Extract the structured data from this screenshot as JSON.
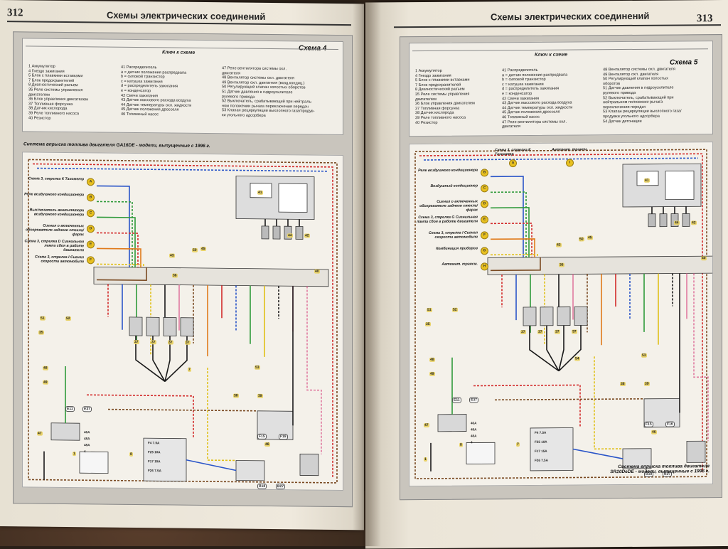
{
  "left_page": {
    "page_number": "312",
    "header_title": "Схемы электрических соединений",
    "key_heading": "Ключ к схеме",
    "scheme_name": "Схема 4",
    "legend_col1": [
      "1 Аккумулятор",
      "4 Гнездо зажигания",
      "5 Блок с плавкими вставками",
      "7 Блок предохранителей",
      "8 Диагностический разъем",
      "35 Реле системы управления",
      "двигателем",
      "36 Блок управления двигателем",
      "37 Топливная форсунка",
      "38 Датчик кислорода",
      "39 Реле топливного насоса",
      "40 Резистор"
    ],
    "legend_col2": [
      "41 Распределитель",
      "a = датчик положения распредвала",
      "b = силовой транзистор",
      "c = катушка зажигания",
      "d = распределитель зажигания",
      "e = конденсатор",
      "42 Свечи зажигания",
      "43 Датчик массового расхода воздуха",
      "44 Датчик температуры охл. жидкости",
      "45 Датчик положения дросселя",
      "46 Топливный насос"
    ],
    "legend_col3": [
      "47 Реле вентилятора системы охл.",
      "двигателя",
      "48 Вентилятор системы охл. двигателя",
      "49 Вентилятор охл. двигателя (возд.кондиц.)",
      "50 Регулирующий клапан холостых оборотов",
      "51 Датчик давления в гидроусилителе",
      "рулевого привода",
      "52 Выключатель, срабатывающий при нейтраль-",
      "ном положении рычага переключения передач",
      "53 Клапан рециркуляции выхлопного газа/продув-",
      "ки угольного адсорбера"
    ],
    "diagram_caption": "Система впрыска топлива двигателя GA16DE - модели, выпущенные с 1996 г.",
    "signals": [
      {
        "text": "Схема 3, стрелка К Тахометр",
        "tag": "A"
      },
      {
        "text": "Реле воздушного кондиционера",
        "tag": "B"
      },
      {
        "text": "Выключатель вентилятора воздушного кондиционера",
        "tag": "C"
      },
      {
        "text": "Сигнал о включенных обогревателе заднего стекла/фарах",
        "tag": "D"
      },
      {
        "text": "Схема 3, стрелка D Сигнальная лампа сбоя в работе двигателя",
        "tag": "E"
      },
      {
        "text": "Схема 3, стрелка I Сигнал скорости автомобиля",
        "tag": "F"
      }
    ],
    "ground_labels": [
      "E11",
      "E37",
      "F15",
      "F18",
      "B18",
      "B27"
    ],
    "fuse_labels": [
      "F4 7.5A",
      "F25 10A",
      "F17 15A",
      "F26 7.5A"
    ],
    "fusebox_labels": [
      "46A",
      "48A",
      "48A",
      "4"
    ],
    "component_numbers": [
      "41",
      "42",
      "43",
      "44",
      "45",
      "35",
      "36",
      "37",
      "37",
      "37",
      "37",
      "38",
      "39",
      "40",
      "46",
      "47",
      "48",
      "49",
      "50",
      "51",
      "52",
      "53",
      "7",
      "8",
      "1"
    ]
  },
  "right_page": {
    "page_number": "313",
    "header_title": "Схемы электрических соединений",
    "key_heading": "Ключ к схеме",
    "scheme_name": "Схема 5",
    "legend_col1": [
      "1 Аккумулятор",
      "4 Гнездо зажигания",
      "5 Блок с плавкими вставками",
      "7 Блок предохранителей",
      "8 Диагностический разъем",
      "35 Реле системы управления",
      "двигателем",
      "36 Блок управления двигателем",
      "37 Топливная форсунка",
      "38 Датчик кислорода",
      "39 Реле топливного насоса",
      "40 Резистор"
    ],
    "legend_col2": [
      "41 Распределитель",
      "a = датчик положения распредвала",
      "b = силовой транзистор",
      "c = катушка зажигания",
      "d = распределитель зажигания",
      "e = конденсатор",
      "42 Свечи зажигания",
      "43 Датчик массового расхода воздуха",
      "44 Датчик температуры охл. жидкости",
      "45 Датчик положения дросселя",
      "46 Топливный насос",
      "47 Реле вентилятора системы охл.",
      "двигателя"
    ],
    "legend_col3": [
      "48 Вентилятор системы охл. двигателя",
      "49 Вентилятор охл. двигателя",
      "50 Регулирующий клапан холостых",
      "оборотов",
      "51 Датчик давления в гидроусилителе",
      "рулевого привода",
      "52 Выключатель, срабатывающий при",
      "нейтральном положении рычага",
      "переключения передач",
      "53 Клапан рециркуляции выхлопного газа/",
      "продувки угольного адсорбера",
      "54 Датчик детонации"
    ],
    "diagram_caption": "Система впрыска топлива двигателя SR20DeDE - модели, выпущенные с 1996 г.",
    "signals": [
      {
        "text": "Реле воздушного кондиционера",
        "tag": "B"
      },
      {
        "text": "Воздушный кондиционер",
        "tag": "C"
      },
      {
        "text": "Сигнал о включенных обогревателе заднего стекла/фарах",
        "tag": "D"
      },
      {
        "text": "Схема 3, стрелка G Сигнальная лампа сбоя в работе двигателя",
        "tag": "E"
      },
      {
        "text": "Схема 3, стрелка I Сигнал скорости автомобиля",
        "tag": "F"
      },
      {
        "text": "Комбинация приборов",
        "tag": "G"
      },
      {
        "text": "Автомат. трансм.",
        "tag": "H"
      }
    ],
    "top_signals": [
      {
        "text": "Схема 3, стрелка К Тахометр",
        "tag": "A"
      },
      {
        "text": "Автомат. трансм.",
        "tag": "I"
      }
    ],
    "ground_labels": [
      "E11",
      "E37",
      "F15",
      "F16",
      "B18",
      "B27"
    ],
    "fuse_labels": [
      "F4 7.5A",
      "F25 10A",
      "F17 15A",
      "F26 7.5A"
    ],
    "fusebox_labels": [
      "46A",
      "48A",
      "48A",
      "4"
    ],
    "component_numbers": [
      "41",
      "42",
      "43",
      "44",
      "45",
      "35",
      "36",
      "37",
      "37",
      "37",
      "37",
      "38",
      "39",
      "40",
      "46",
      "47",
      "48",
      "49",
      "50",
      "51",
      "52",
      "53",
      "54",
      "7",
      "8",
      "1"
    ]
  },
  "colors": {
    "page": "#efe9dd",
    "frame": "#c9c5bd",
    "connector": "#e8c020",
    "wire_red": "#d22a2a",
    "wire_blue": "#2a55c8",
    "wire_green": "#2f9a3a",
    "wire_yellow": "#e0c018",
    "wire_black": "#1a1a1a",
    "wire_brown": "#7a4a22",
    "wire_orange": "#e07a1a",
    "wire_pink": "#e07aa0"
  }
}
